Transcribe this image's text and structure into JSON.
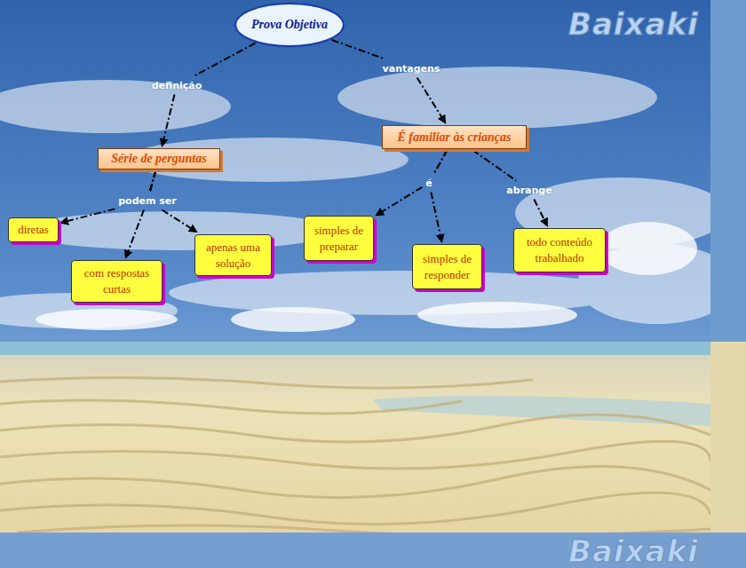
{
  "diagram": {
    "nodes": [
      {
        "text": [
          "Prova Objetiva"
        ]
      },
      {
        "text": [
          "Série de perguntas"
        ]
      },
      {
        "text": [
          "É familiar às crianças"
        ]
      },
      {
        "text": [
          "diretas"
        ]
      },
      {
        "text": [
          "com respostas curtas"
        ]
      },
      {
        "text": [
          "apenas uma solução"
        ]
      },
      {
        "text": [
          "simples de preparar"
        ]
      },
      {
        "text": [
          "simples de responder"
        ]
      },
      {
        "text": [
          "todo conteúdo trabalhado"
        ]
      }
    ],
    "edges": [
      {
        "from": 0,
        "to": 1,
        "label": "definição",
        "arrow": "to"
      },
      {
        "from": 0,
        "to": 2,
        "label": "vantagens",
        "arrow": "to"
      },
      {
        "from": 1,
        "to": 3,
        "arrow": "to"
      },
      {
        "from": 1,
        "to": 4,
        "label": "podem ser",
        "arrow": "to"
      },
      {
        "from": 1,
        "to": 5,
        "arrow": "to"
      },
      {
        "from": 2,
        "to": 6,
        "label": "é",
        "arrow": "to"
      },
      {
        "from": 2,
        "to": 7,
        "arrow": "to"
      },
      {
        "from": 2,
        "to": 8,
        "label": "abrange",
        "arrow": "to"
      }
    ],
    "labels": [
      "Baixaki",
      "Baixaki"
    ]
  }
}
